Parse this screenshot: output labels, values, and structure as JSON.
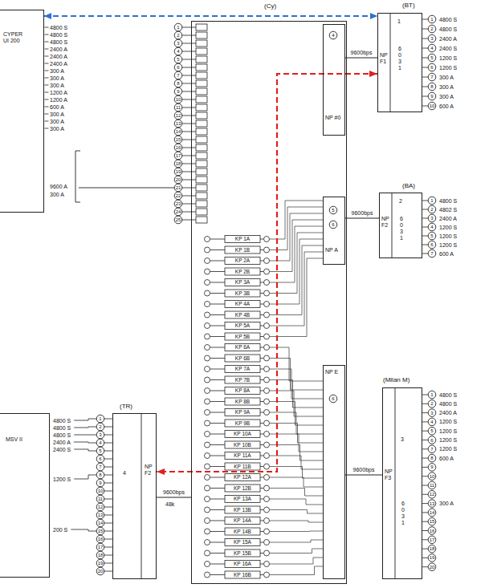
{
  "diagram": {
    "nodes": [
      {
        "text": [
          "CYPER UI 200"
        ]
      },
      {
        "text": [
          "(Cy)"
        ]
      },
      {
        "text": [
          "NP #0"
        ],
        "in": 1
      },
      {
        "text": [
          "(BT)",
          "1",
          "6031",
          "NP F1"
        ]
      },
      {
        "text": [
          "NP A"
        ],
        "in": 1
      },
      {
        "text": [
          "(BA)",
          "2",
          "6031",
          "NP F2"
        ]
      },
      {
        "text": [
          "NP E"
        ],
        "in": 1
      },
      {
        "text": [
          "(Milan M)",
          "3",
          "6031",
          "NP F3"
        ]
      },
      {
        "text": [
          "MSV II"
        ]
      },
      {
        "text": [
          "(TR)",
          "4",
          "NP F2"
        ]
      }
    ],
    "edges": [
      {
        "from": 0,
        "to": 3,
        "arrow": "both"
      },
      {
        "from": 3,
        "to": 9,
        "arrow": "both"
      },
      {
        "from": 2,
        "to": 3,
        "label": "9600bps",
        "arrow": "none"
      },
      {
        "from": 4,
        "to": 5,
        "label": "9600bps",
        "arrow": "none"
      },
      {
        "from": 6,
        "to": 7,
        "label": "9600bps",
        "arrow": "none"
      },
      {
        "from": 1,
        "to": 9,
        "label": "9600bps",
        "arrow": "none"
      }
    ],
    "labels": [
      "4800 S",
      "4800 S",
      "4800 S",
      "2400 A",
      "2400 A",
      "2400 A",
      "300 A",
      "300 A",
      "300 A",
      "1200 A",
      "1200 A",
      "600 A",
      "300 A",
      "300 A",
      "300 A",
      "9600 A",
      "300 A",
      "1",
      "2",
      "3",
      "4",
      "5",
      "6",
      "7",
      "8",
      "9",
      "10",
      "11",
      "12",
      "13",
      "14",
      "15",
      "16",
      "17",
      "18",
      "19",
      "20",
      "21",
      "22",
      "23",
      "24",
      "25",
      "48k",
      "KP 1A",
      "KP 1B",
      "KP 2A",
      "KP 2B",
      "KP 3A",
      "KP 3B",
      "KP 4A",
      "KP 4B",
      "KP 5A",
      "KP 5B",
      "KP 6A",
      "KP 6B",
      "KP 7A",
      "KP 7B",
      "KP 8A",
      "KP 8B",
      "KP 9A",
      "KP 9B",
      "KP 10A",
      "KP 10B",
      "KP 11A",
      "KP 11B",
      "KP 12A",
      "KP 12B",
      "KP 13A",
      "KP 13B",
      "KP 14A",
      "KP 14B",
      "KP 15A",
      "KP 15B",
      "KP 16A",
      "KP 16B",
      "1",
      "2",
      "3",
      "4",
      "5",
      "6",
      "7",
      "8",
      "9",
      "10",
      "4800 S",
      "4800 S",
      "2400 A",
      "2400 S",
      "1200 S",
      "1200 S",
      "300 A",
      "300 A",
      "300 A",
      "600 A",
      "1",
      "2",
      "3",
      "4",
      "5",
      "6",
      "7",
      "4800 S",
      "4802 S",
      "2400 A",
      "1200 S",
      "1200 S",
      "1200 S",
      "600 A",
      "1",
      "2",
      "3",
      "4",
      "5",
      "6",
      "7",
      "8",
      "9",
      "10",
      "11",
      "12",
      "13",
      "14",
      "15",
      "16",
      "17",
      "18",
      "19",
      "20",
      "4800 S",
      "4800 S",
      "2400 A",
      "1200 S",
      "1200 S",
      "1200 S",
      "1200 S",
      "600 A",
      "300 A",
      "1",
      "2",
      "3",
      "4",
      "5",
      "6",
      "7",
      "8",
      "9",
      "10",
      "11",
      "12",
      "13",
      "14",
      "15",
      "16",
      "17",
      "18",
      "19",
      "20",
      "4800 S",
      "4800 S",
      "4800 S",
      "2400 A",
      "2400 S",
      "1200 S",
      "200 S",
      "4",
      "5",
      "6",
      "6"
    ]
  }
}
